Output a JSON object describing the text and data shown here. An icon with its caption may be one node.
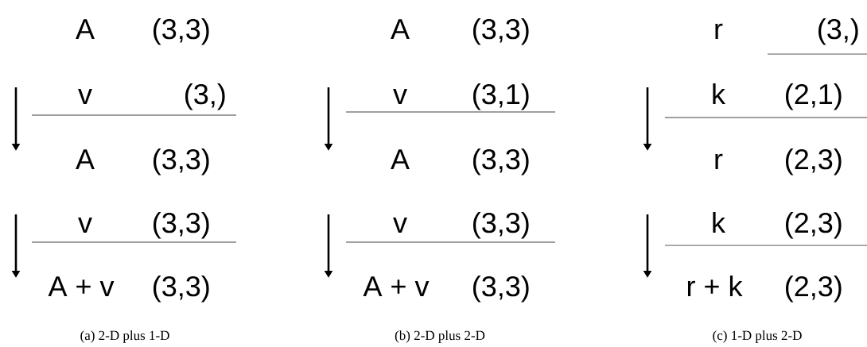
{
  "diagram": {
    "labels": [
      "A",
      "(3,3)",
      "v",
      "(3,)",
      "A",
      "(3,3)",
      "v",
      "(3,3)",
      "A + v",
      "(3,3)",
      "(a) 2-D plus 1-D",
      "A",
      "(3,3)",
      "v",
      "(3,1)",
      "A",
      "(3,3)",
      "v",
      "(3,3)",
      "A + v",
      "(3,3)",
      "(b) 2-D plus 2-D",
      "r",
      "(3,)",
      "k",
      "(2,1)",
      "r",
      "(2,3)",
      "k",
      "(2,3)",
      "r + k",
      "(2,3)",
      "(c) 1-D plus 2-D"
    ]
  }
}
